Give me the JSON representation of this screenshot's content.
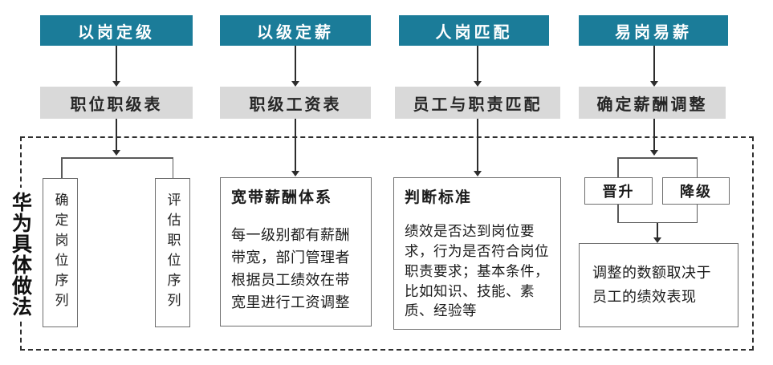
{
  "colors": {
    "stage_teal": "#1b7c99",
    "step_gray": "#d9d9d9",
    "line_dark": "#2d2d2d",
    "box_border": "#6e6e6e"
  },
  "columns": [
    {
      "header": "以岗定级",
      "step": "职位职级表"
    },
    {
      "header": "以级定薪",
      "step": "职级工资表"
    },
    {
      "header": "人岗匹配",
      "step": "员工与职责匹配"
    },
    {
      "header": "易岗易薪",
      "step": "确定薪酬调整"
    }
  ],
  "practice": {
    "side_label": "华为具体做法",
    "job_series": {
      "left_box": "确定岗位序列",
      "right_box": "评估职位序列"
    },
    "broadband": {
      "title": "宽带薪酬体系",
      "body": "每一级别都有薪酬带宽，部门管理者根据员工绩效在带宽里进行工资调整"
    },
    "criteria": {
      "title": "判断标准",
      "body": "绩效是否达到岗位要求，行为是否符合岗位职责要求；基本条件，比如知识、技能、素质、经验等"
    },
    "adjustment": {
      "promote": "晋升",
      "demote": "降级",
      "note": "调整的数额取决于员工的绩效表现"
    }
  }
}
